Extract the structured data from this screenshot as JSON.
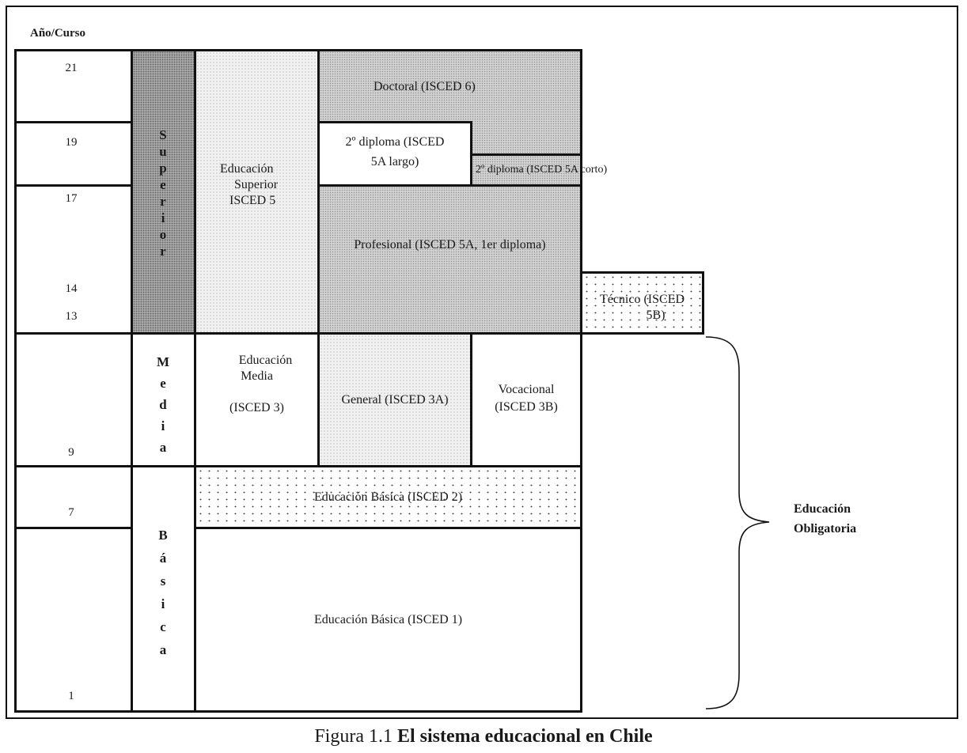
{
  "axis_title": "Año/Curso",
  "years": {
    "y21": "21",
    "y19": "19",
    "y17": "17",
    "y14": "14",
    "y13": "13",
    "y9": "9",
    "y7": "7",
    "y1": "1"
  },
  "levels": {
    "superior": [
      "S",
      "u",
      "p",
      "e",
      "r",
      "i",
      "o",
      "r"
    ],
    "media": [
      "M",
      "e",
      "d",
      "i",
      "a"
    ],
    "basica": [
      "B",
      "á",
      "s",
      "i",
      "c",
      "a"
    ]
  },
  "boxes": {
    "edu_superior": [
      "Educación",
      "Superior",
      "ISCED 5"
    ],
    "doctoral": "Doctoral (ISCED 6)",
    "diploma_largo": [
      "2º diploma (ISCED",
      "5A largo)"
    ],
    "diploma_corto": "2º diploma (ISCED 5A corto)",
    "profesional": "Profesional (ISCED 5A, 1er diploma)",
    "tecnico": [
      "Técnico (ISCED",
      "5B)"
    ],
    "edu_media": [
      "Educación",
      "Media",
      "(ISCED 3)"
    ],
    "general": "General (ISCED 3A)",
    "vocacional": [
      "Vocacional",
      "(ISCED 3B)"
    ],
    "basica_2": "Educación Básica (ISCED 2)",
    "basica_1": "Educación Básica (ISCED 1)"
  },
  "brace_label": [
    "Educación",
    "Obligatoria"
  ],
  "caption": {
    "prefix": "Figura 1.1",
    "title": "El sistema educacional en Chile"
  }
}
